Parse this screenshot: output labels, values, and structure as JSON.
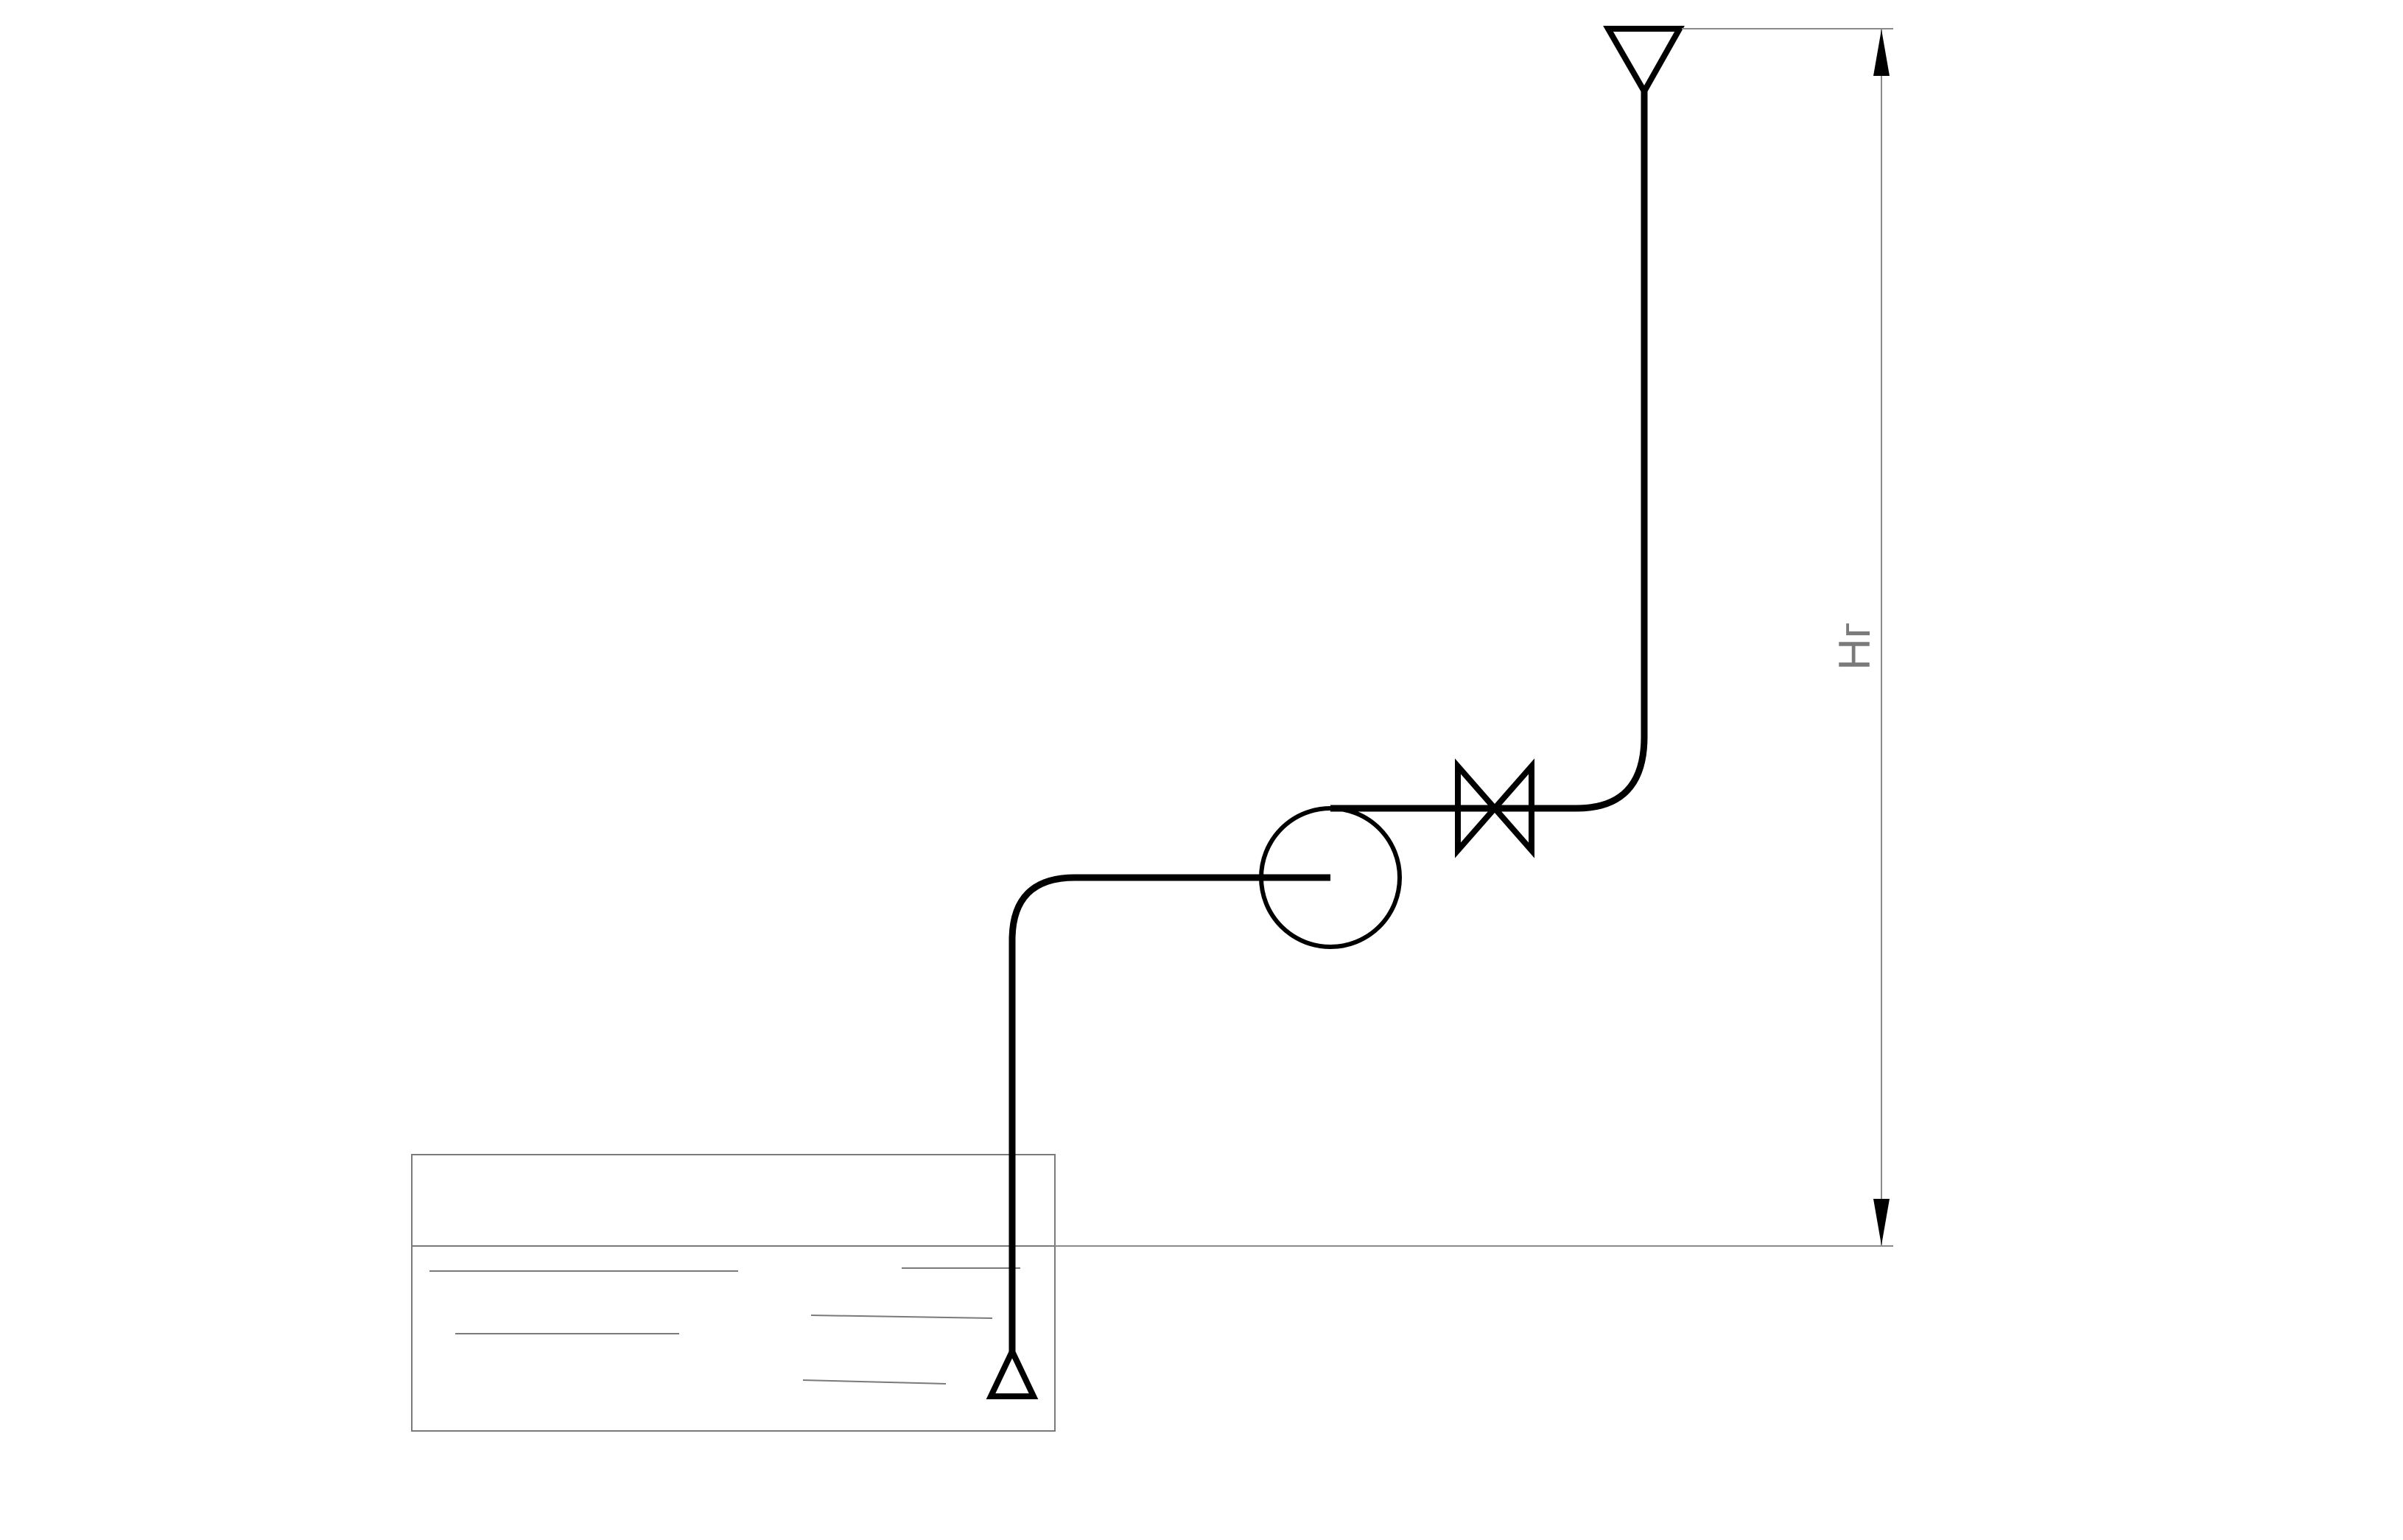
{
  "dimension": {
    "label": "Hг"
  },
  "components": {
    "source_tank": "liquid-reservoir",
    "suction_level_marker": "triangle-level-mark",
    "pump": "centrifugal-pump-circle",
    "valve": "gate-valve-bowtie",
    "discharge_level_marker": "inverted-triangle-level-mark"
  },
  "colors": {
    "pipe": "#000000",
    "outline": "#7a7a7a",
    "dimension": "#8a8a8a"
  }
}
